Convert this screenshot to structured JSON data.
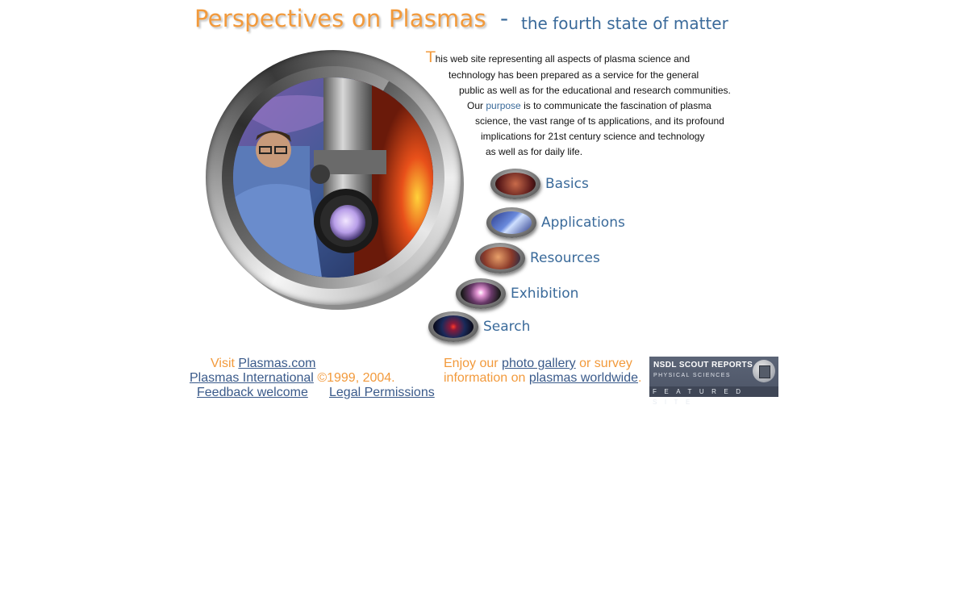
{
  "header": {
    "title": "Perspectives on Plasmas",
    "dash": "-",
    "subtitle": "the fourth state of matter"
  },
  "intro": {
    "initial": "T",
    "line1": "his web site representing all aspects of plasma science and",
    "line2": "technology has been prepared as a service for the general",
    "line3": "public as well as for the educational and research communities.",
    "line4_prefix": "Our",
    "line4_link": "purpose",
    "line4_suffix": "is to communicate the fascination of plasma",
    "line5": "science, the vast range of ts applications, and its profound",
    "line6": "implications for 21st century science and technology",
    "line7": "as well as for daily life."
  },
  "nav": {
    "items": [
      {
        "label": "Basics",
        "icon": "basics-orb-icon"
      },
      {
        "label": "Applications",
        "icon": "applications-orb-icon"
      },
      {
        "label": "Resources",
        "icon": "resources-orb-icon"
      },
      {
        "label": "Exhibition",
        "icon": "exhibition-orb-icon"
      },
      {
        "label": "Search",
        "icon": "search-orb-icon"
      }
    ]
  },
  "footer": {
    "visit_prefix": "Visit",
    "visit_link": "Plasmas.com",
    "intl_link": "Plasmas International",
    "copyright": "©1999, 2004.",
    "feedback_link": "Feedback welcome",
    "legal_link": "Legal Permissions",
    "enjoy_prefix": "Enjoy our",
    "gallery_link": "photo gallery",
    "enjoy_mid": "or survey",
    "info_prefix": "information on",
    "worldwide_link": "plasmas worldwide",
    "worldwide_suffix": "."
  },
  "badge": {
    "title": "NSDL SCOUT REPORTS",
    "subtitle": "PHYSICAL SCIENCES",
    "featured": "FEATURED SITE"
  },
  "colors": {
    "orange": "#f29a3c",
    "blue": "#3a6a9a",
    "link": "#3a5a8a"
  }
}
